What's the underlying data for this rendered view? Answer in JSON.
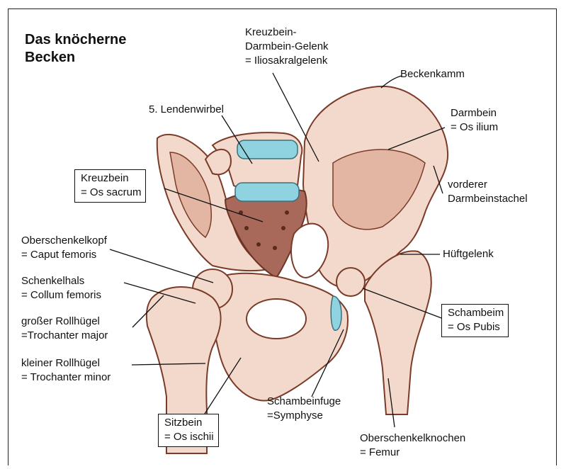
{
  "title": [
    "Das knöcherne",
    "Becken"
  ],
  "labels": {
    "iliosakral": [
      "Kreuzbein-",
      "Darmbein-Gelenk",
      "= Iliosakralgelenk"
    ],
    "beckenkamm": [
      "Beckenkamm"
    ],
    "lendenwirbel": [
      "5. Lendenwirbel"
    ],
    "darmbein": [
      "Darmbein",
      "= Os ilium"
    ],
    "kreuzbein": [
      "Kreuzbein",
      "= Os sacrum"
    ],
    "darmbeinstachel": [
      "vorderer",
      "Darmbeinstachel"
    ],
    "oberschenkelkopf": [
      "Oberschenkelkopf",
      "= Caput femoris"
    ],
    "hueftgelenk": [
      "Hüftgelenk"
    ],
    "schenkelhals": [
      "Schenkelhals",
      "= Collum femoris"
    ],
    "trochanter_major": [
      "großer Rollhügel",
      "=Trochanter major"
    ],
    "schambein": [
      "Schambeim",
      "= Os Pubis"
    ],
    "trochanter_minor": [
      "kleiner Rollhügel",
      "= Trochanter minor"
    ],
    "schambeinfuge": [
      "Schambeinfuge",
      "=Symphyse"
    ],
    "sitzbein": [
      "Sitzbein",
      "= Os ischii"
    ],
    "femur": [
      "Oberschenkelknochen",
      "= Femur"
    ]
  },
  "colors": {
    "bone": "#f2d9cc",
    "bone_shade": "#d9a592",
    "outline": "#7a3b28",
    "sacrum": "#a8695a",
    "disc": "#8fd3e0",
    "leader": "#111111"
  }
}
